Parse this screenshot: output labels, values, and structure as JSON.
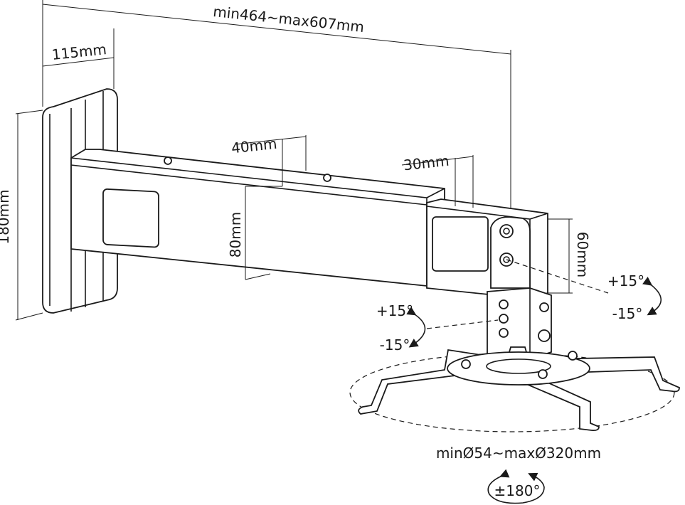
{
  "dimensions": {
    "total_length": "min464~max607mm",
    "wall_plate_depth": "115mm",
    "wall_plate_height": "180mm",
    "outer_arm_width": "40mm",
    "outer_arm_height": "80mm",
    "inner_arm_width": "30mm",
    "inner_arm_height": "60mm",
    "mount_diameter": "minØ54~maxØ320mm"
  },
  "angles": {
    "tilt_plus": "+15°",
    "tilt_minus": "-15°",
    "swivel_plus": "+15°",
    "swivel_minus": "-15°",
    "rotation": "±180°"
  }
}
